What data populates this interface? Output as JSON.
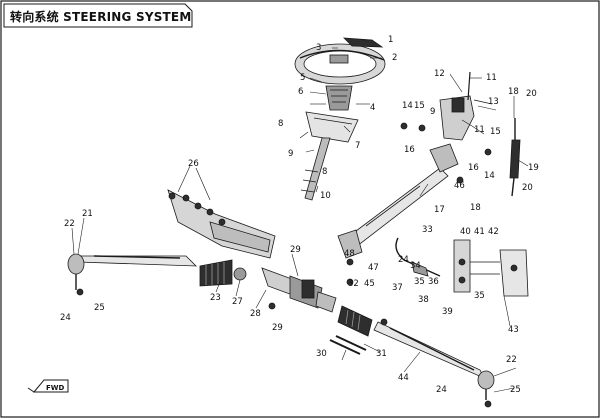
{
  "title": "转向系统 STEERING SYSTEM",
  "badge": "FWD",
  "colors": {
    "line": "#1a1a1a",
    "part_fill": "#9a9a9a",
    "dark": "#2e2e2e",
    "background": "#ffffff"
  },
  "callouts": [
    {
      "id": "c1",
      "text": "1"
    },
    {
      "id": "c2",
      "text": "2"
    },
    {
      "id": "c3",
      "text": "3"
    },
    {
      "id": "c4",
      "text": "4"
    },
    {
      "id": "c5",
      "text": "5"
    },
    {
      "id": "c6",
      "text": "6"
    },
    {
      "id": "c7",
      "text": "7"
    },
    {
      "id": "c8",
      "text": "8"
    },
    {
      "id": "c8b",
      "text": "8"
    },
    {
      "id": "c9",
      "text": "9"
    },
    {
      "id": "c9b",
      "text": "9"
    },
    {
      "id": "c10",
      "text": "10"
    },
    {
      "id": "c11",
      "text": "11"
    },
    {
      "id": "c11b",
      "text": "11"
    },
    {
      "id": "c12",
      "text": "12"
    },
    {
      "id": "c13",
      "text": "13"
    },
    {
      "id": "c14",
      "text": "14"
    },
    {
      "id": "c14b",
      "text": "14"
    },
    {
      "id": "c15",
      "text": "15"
    },
    {
      "id": "c15b",
      "text": "15"
    },
    {
      "id": "c16",
      "text": "16"
    },
    {
      "id": "c16b",
      "text": "16"
    },
    {
      "id": "c17",
      "text": "17"
    },
    {
      "id": "c18",
      "text": "18"
    },
    {
      "id": "c18b",
      "text": "18"
    },
    {
      "id": "c19",
      "text": "19"
    },
    {
      "id": "c20",
      "text": "20"
    },
    {
      "id": "c20b",
      "text": "20"
    },
    {
      "id": "c21",
      "text": "21"
    },
    {
      "id": "c22",
      "text": "22"
    },
    {
      "id": "c22b",
      "text": "22"
    },
    {
      "id": "c23",
      "text": "23"
    },
    {
      "id": "c24",
      "text": "24"
    },
    {
      "id": "c24b",
      "text": "24"
    },
    {
      "id": "c24c",
      "text": "24"
    },
    {
      "id": "c25",
      "text": "25"
    },
    {
      "id": "c25b",
      "text": "25"
    },
    {
      "id": "c26",
      "text": "26"
    },
    {
      "id": "c27",
      "text": "27"
    },
    {
      "id": "c28",
      "text": "28"
    },
    {
      "id": "c29",
      "text": "29"
    },
    {
      "id": "c29b",
      "text": "29"
    },
    {
      "id": "c30",
      "text": "30"
    },
    {
      "id": "c31",
      "text": "31"
    },
    {
      "id": "c32",
      "text": "32"
    },
    {
      "id": "c33",
      "text": "33"
    },
    {
      "id": "c34",
      "text": "34"
    },
    {
      "id": "c35",
      "text": "35"
    },
    {
      "id": "c35b",
      "text": "35"
    },
    {
      "id": "c36",
      "text": "36"
    },
    {
      "id": "c37",
      "text": "37"
    },
    {
      "id": "c38",
      "text": "38"
    },
    {
      "id": "c39",
      "text": "39"
    },
    {
      "id": "c40",
      "text": "40"
    },
    {
      "id": "c41",
      "text": "41"
    },
    {
      "id": "c42",
      "text": "42"
    },
    {
      "id": "c43",
      "text": "43"
    },
    {
      "id": "c44",
      "text": "44"
    },
    {
      "id": "c45",
      "text": "45"
    },
    {
      "id": "c46",
      "text": "46"
    },
    {
      "id": "c47",
      "text": "47"
    },
    {
      "id": "c48",
      "text": "48"
    }
  ]
}
